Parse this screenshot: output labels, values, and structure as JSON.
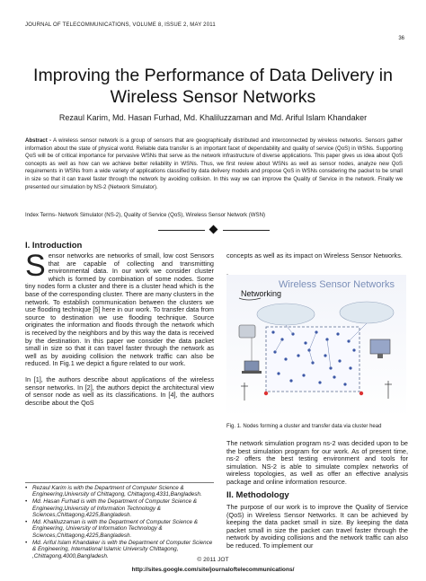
{
  "header": {
    "journal": "JOURNAL OF TELECOMMUNICATIONS, VOLUME 8, ISSUE 2, MAY 2011",
    "page_number": "36"
  },
  "title": "Improving the Performance of Data Delivery in Wireless Sensor Networks",
  "authors": "Rezaul Karim, Md. Hasan Furhad, Md. Khaliluzzaman and Md. Ariful Islam Khandaker",
  "abstract": {
    "label": "Abstract -",
    "text": " A wireless sensor network is a group of sensors that are geographically distributed and interconnected by wireless networks. Sensors gather information about the state of physical world. Reliable data transfer is an important facet of dependability and quality of service (QoS) in WSNs. Supporting QoS will be of critical importance for pervasive WSNs that serve as the network infrastructure of diverse applications. This paper gives us idea about QoS concepts as well as how can we achieve better reliability in WSNs. Thus, we first review about WSNs as well as sensor nodes, analyze new QoS requirements in WSNs from a wide variety of applications classified by data delivery models and propose QoS in WSNs considering the packet to be small in size so that it can travel faster through the network by avoiding collision. In this way we can improve the Quality of Service in the network. Finally we presented our simulation by NS-2 (Network Simulator)."
  },
  "index_terms": "Index Terms- Network Simulator (NS-2), Quality of Service (QoS), Wireless Sensor Network (WSN)",
  "section1": {
    "heading": "I. Introduction",
    "dropcap": "S",
    "para1": "ensor networks are networks of small, low cost Sensors that are capable of collecting and transmitting environmental data. In our work we consider cluster which is formed by combination of some nodes. Some tiny nodes form a cluster and there is a cluster head which is the base of the corresponding cluster. There are many clusters in the network. To establish communication between the clusters we use flooding technique [5] here in our work. To transfer data from source to destination we use flooding technique. Source originates the information and floods through the network which is received by the neighbors and by this way the data is received by the destination. In this paper we consider the data packet small in size so that it can travel faster through the network as well as by avoiding collision the network traffic can also be reduced. In Fig.1 we depict a figure related to our work.",
    "para2": "In [1], the authors describe about applications of the wireless sensor networks. In [2], the authors depict the architectural view of sensor node as well as its classifications. In [4], the authors describe about the QoS",
    "right_para": "concepts as well as its impact on Wireless Sensor Networks.",
    "dot": "."
  },
  "figure": {
    "diagram_title": "Wireless Sensor Networks",
    "label_networking": "Networking",
    "caption": "Fig. 1. Nodes forming a cluster and transfer data via cluster head"
  },
  "right_col": {
    "para1": "The network simulation program ns-2 was decided upon to be the best simulation program for our work. As of present time, ns-2 offers the best testing environment and tools for simulation. NS-2 is able to simulate complex networks of wireless topologies, as well as offer an effective analysis package and online information resource.",
    "heading2": "II. Methodology",
    "para2": "The purpose of our work is to improve the Quality of Service (QoS) in Wireless Sensor Networks. It can be achieved by keeping the data packet small in size. By keeping the data packet small in size the packet can travel faster through the network by avoiding collisions and the network traffic can also be reduced. To implement our"
  },
  "footnotes": [
    "Rezaul Karim is with the Department of Computer Science & Engineering,University of Chittagong, Chittagong,4331,Bangladesh.",
    "Md. Hasan Furhad is with the Department of Computer Science & Engineering,University of Information Technology & Sciences,Chittagong,4225,Bangladesh.",
    "Md. Khaliluzzaman is with the Department of Computer Science & Engineering, University of Information Technology & Sciences,Chittagong,4225,Bangladesh.",
    "Md. Ariful Islam Khandaker is with the Department of Computer Science & Engineering, International Islamic University Chittagong, ,Chittagong,4000,Bangladesh."
  ],
  "footer": {
    "copyright": "© 2011 JOT",
    "url": "http://sites.google.com/site/journaloftelecommunications/"
  }
}
